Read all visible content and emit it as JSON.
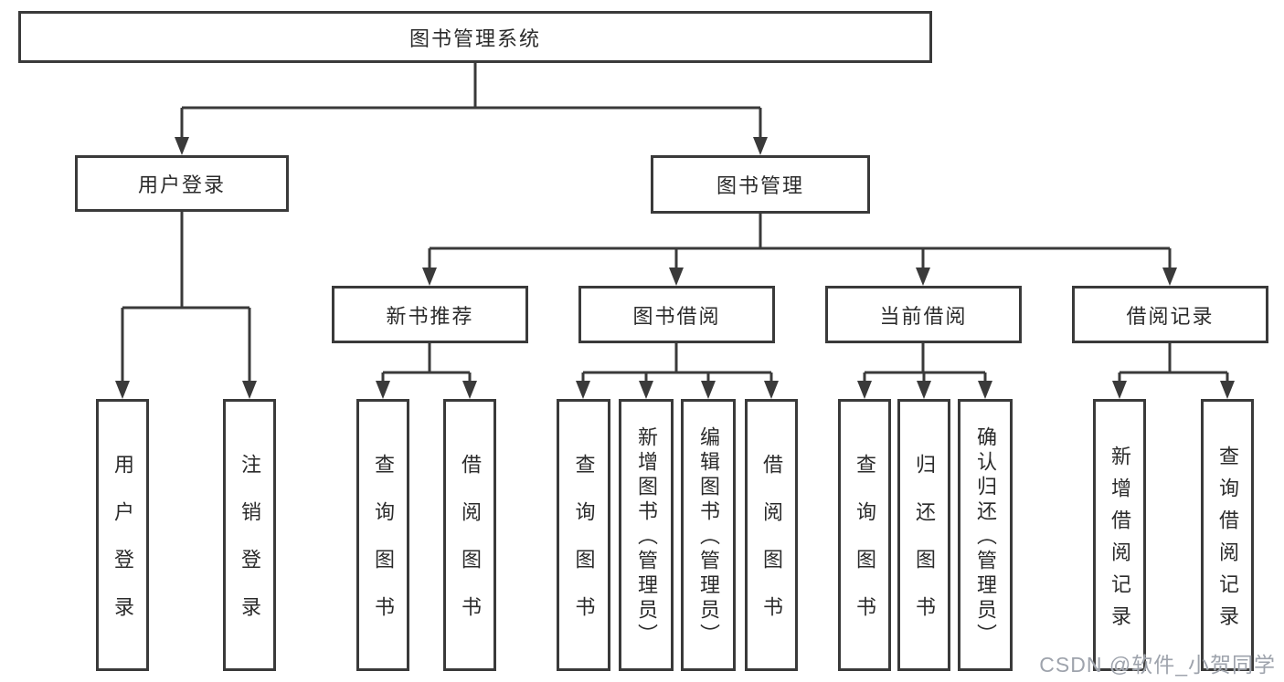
{
  "tree": {
    "root": {
      "label": "图书管理系统"
    },
    "level2": [
      {
        "label": "用户登录"
      },
      {
        "label": "图书管理"
      }
    ],
    "level3": [
      {
        "label": "新书推荐"
      },
      {
        "label": "图书借阅"
      },
      {
        "label": "当前借阅"
      },
      {
        "label": "借阅记录"
      }
    ],
    "leaves": {
      "user_login": [
        "用户登录",
        "注销登录"
      ],
      "new_books": [
        "查询图书",
        "借阅图书"
      ],
      "book_borrow": [
        "查询图书",
        "新增图书（管理员）",
        "编辑图书（管理员）",
        "借阅图书"
      ],
      "current_borrow": [
        "查询图书",
        "归还图书",
        "确认归还（管理员）"
      ],
      "borrow_records": [
        "新增借阅记录",
        "查询借阅记录"
      ]
    }
  },
  "watermark": {
    "text": "CSDN @软件_小贺同学"
  },
  "colors": {
    "line": "#3a3a3a",
    "text": "#2b2b2b",
    "watermark": "#9ea3ac",
    "background": "#ffffff"
  }
}
